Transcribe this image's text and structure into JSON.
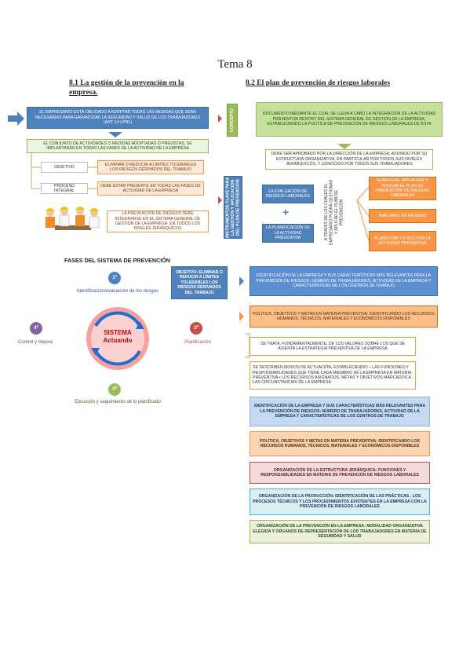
{
  "title": "Tema 8",
  "left_heading": "8.1 La gestión de la prevención en la empresa.",
  "right_heading": "8.2 El plan de prevención de riesgos laborales",
  "left": {
    "top_box": "EL EMPRESARIO ESTÁ OBLIGADO A ADOPTAR TODAS LAS MEDIDAS QUE SEAN NECESARIAS PARA GARANTIZAR LA SEGURIDAD Y SALUD DE LOS TRABAJADORES (ART. 14 LPRL)",
    "def_box": "EL CONJUNTO DE ACTIVIDADES O MEDIDAS ADOPTADAS O PREVISTAS, SE IMPLANTARÁN EN TODAS LAS FASES DE LA ACTIVIDAD DE LA EMPRESA",
    "objetivo_label": "OBJETIVO",
    "objetivo_text": "ELIMINAR O REDUCIR A LÍMITES TOLERABLES LOS RIESGOS DERIVADOS DEL TRABAJO",
    "proceso_label": "PROCESO INTEGRAL",
    "proceso_text": "DEBE ESTAR PRESENTE EN TODAS LAS FASES DE ACTIVIDAD DE LA EMPRESA",
    "integration_text": "LA PREVENCIÓN DE RIESGOS DEBE INTEGRARSE EN EL SISTEMA GENERAL DE GESTIÓN DE LA EMPRESA, EN TODOS LOS NIVELES JERÁRQUICOS"
  },
  "phases": {
    "heading": "FASES DEL SISTEMA DE PREVENCIÓN",
    "objective": "OBJETIVO: ELIMINAR O REDUCIR A LÍMITES TOLERABLES LOS RIESGOS DERIVADOS DEL TRABAJO",
    "center_line1": "SISTEMA",
    "center_line2": "Actuando",
    "p1_num": "1º",
    "p1_label": "Identificación/evaluación de los riesgos",
    "p2_num": "2º",
    "p2_label": "Planificación",
    "p3_num": "3º",
    "p3_label": "Ejecución y seguimiento de lo planificado",
    "p4_num": "4º",
    "p4_label": "Control y mejora"
  },
  "right": {
    "concepto_label": "CONCEPTO",
    "concepto_text": "DOCUMENTO MEDIANTE EL CUAL SE LLEVA A CABO LA INTEGRACIÓN DE LA ACTIVIDAD PREVENTIVA DENTRO DEL SISTEMA GENERAL DE GESTIÓN DE LA EMPRESA, ESTABLECIENDO LA POLÍTICA DE PREVENCIÓN DE RIESGOS LABORALES DE ÉSTA",
    "concepto_sub": "DEBE SER APROBADO POR LA DIRECCIÓN DE LA EMPRESA, ASUMIDO POR SU ESTRUCTURA ORGANIZATIVA, EN PARTICULAR POR TODOS SUS NIVELES JERÁRQUICOS, Y CONOCIDO POR TODOS SUS TRABAJADORES",
    "instr_label": "INSTRUMENTOS CLAVE PARA LA GESTIÓN Y APLICACIÓN DEL PLAN DE PREVENCIÓN",
    "eval_box": "LA EVALUACIÓN DE RIESGOS LABORALES",
    "plus": "+",
    "plan_box": "LA PLANIFICACIÓN DE LA ACTIVIDAD PREVENTIVA",
    "vertical_mid": "A TRAVÉS DE LOS CUALES EL EMPRESARIO PODRÁ GESTIONAR Y APLICAR EL PLAN DE PREVENCIÓN",
    "opt1": "ELABORAR, IMPLANTAR Y APLICAR EL PLAN DE PREVENCIÓN DE RIESGOS LABORALES",
    "opt2": "EVALUAR LOS RIESGOS",
    "opt3": "PLANIFICAR Y EJECUTAR LA ACTIVIDAD PREVENTIVA",
    "b1": "IDENTIFICACIÓN DE LA EMPRESA Y SUS CARACTERÍSTICAS MÁS RELEVANTES PARA LA PREVENCIÓN DE RIESGOS: NÚMERO DE TRABAJADORES, ACTIVIDAD DE LA EMPRESA Y CARACTERÍSTICAS DE LOS CENTROS DE TRABAJO",
    "b2": "POLÍTICA, OBJETIVOS Y METAS EN MATERIA PREVENTIVA: IDENTIFICANDO LOS RECURSOS HUMANOS, TÉCNICOS, MATERIALES Y ECONÓMICOS DISPONIBLES",
    "b2_note1": "SE TRATA, FUNDAMENTALMENTE, DE LOS VALORES SOBRE LOS QUE SE ASIENTA LA ESTRATEGIA PREVENTIVA DE LA EMPRESA",
    "b2_note2": "SE DESCRIBEN MODOS DE ACTUACIÓN, ESTABLECIENDO: • LAS FUNCIONES Y RESPONSABILIDADES QUE TIENE CADA MIEMBRO DE LA EMPRESA EN MATERIA PREVENTIVA • LOS RECURSOS ASIGNADOS, METAS Y OBJETIVOS MARCADOS A LAS CIRCUNSTANCIAS DE LA EMPRESA",
    "c1": "IDENTIFICACIÓN DE LA EMPRESA Y SUS CARACTERÍSTICAS MÁS RELEVANTES PARA LA PREVENCIÓN DE RIESGOS: NÚMERO DE TRABAJADORES, ACTIVIDAD DE LA EMPRESA Y CARACTERÍSTICAS DE LOS CENTROS DE TRABAJO",
    "c2": "POLÍTICA, OBJETIVOS Y METAS EN MATERIA PREVENTIVA: IDENTIFICANDO LOS RECURSOS HUMANOS, TÉCNICOS, MATERIALES Y ECONÓMICOS DISPONIBLES",
    "c3": "ORGANIZACIÓN DE LA ESTRUCTURA JERÁRQUICA: FUNCIONES Y RESPONSABILIDADES EN MATERIA DE PREVENCIÓN DE RIESGOS LABORALES",
    "c4": "ORGANIZACIÓN DE LA PRODUCCIÓN: IDENTIFICACIÓN DE LAS PRÁCTICAS , LOS PROCESOS TÉCNICOS Y LOS PROCEDIMIENTOS EXISTENTES EN LA EMPRESA CON LA PREVENCIÓN DE RIESGOS LABORALES",
    "c5": "ORGANIZACIÓN DE LA PREVENCIÓN EN LA EMPRESA: MODALIDAD ORGANIZATIVA ELEGIDA Y ÓRGANOS DE REPRESENTACIÓN DE LOS TRABAJADORES EN MATERIA DE SEGURIDAD Y SALUD"
  }
}
